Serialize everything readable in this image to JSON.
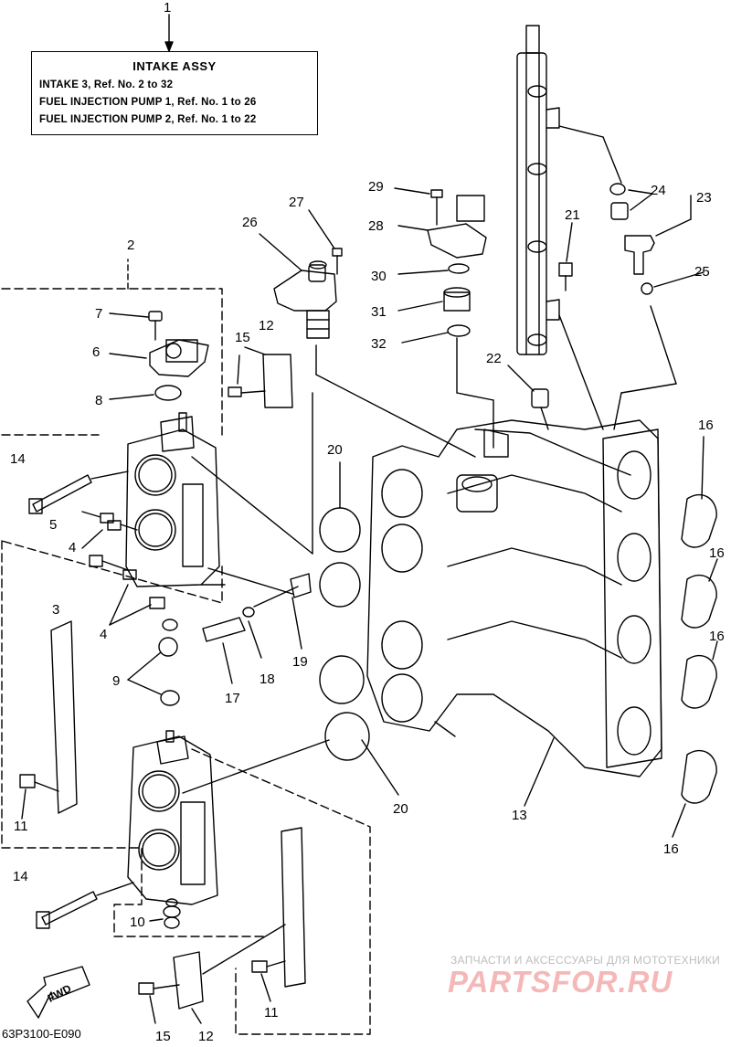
{
  "header": {
    "title": "INTAKE ASSY",
    "lines": [
      "INTAKE 3,   Ref. No. 2 to 32",
      "FUEL INJECTION PUMP 1,  Ref. No. 1 to 26",
      "FUEL INJECTION PUMP 2,  Ref. No. 1 to 22"
    ]
  },
  "callouts": {
    "c1": "1",
    "c2": "2",
    "c3": "3",
    "c4a": "4",
    "c4b": "4",
    "c5": "5",
    "c6": "6",
    "c7": "7",
    "c8": "8",
    "c9": "9",
    "c10": "10",
    "c11a": "11",
    "c11b": "11",
    "c12a": "12",
    "c12b": "12",
    "c13": "13",
    "c14a": "14",
    "c14b": "14",
    "c15a": "15",
    "c15b": "15",
    "c16a": "16",
    "c16b": "16",
    "c16c": "16",
    "c16d": "16",
    "c17": "17",
    "c18": "18",
    "c19": "19",
    "c20a": "20",
    "c20b": "20",
    "c21": "21",
    "c22": "22",
    "c23": "23",
    "c24": "24",
    "c25": "25",
    "c26": "26",
    "c27": "27",
    "c28": "28",
    "c29": "29",
    "c30": "30",
    "c31": "31",
    "c32": "32"
  },
  "fwd_label": "FWD",
  "diagram_code": "63P3100-E090",
  "watermark": {
    "line1": "ЗАПЧАСТИ И АКСЕССУАРЫ ДЛЯ МОТОТЕХНИКИ",
    "line2": "PARTSFOR.RU"
  }
}
